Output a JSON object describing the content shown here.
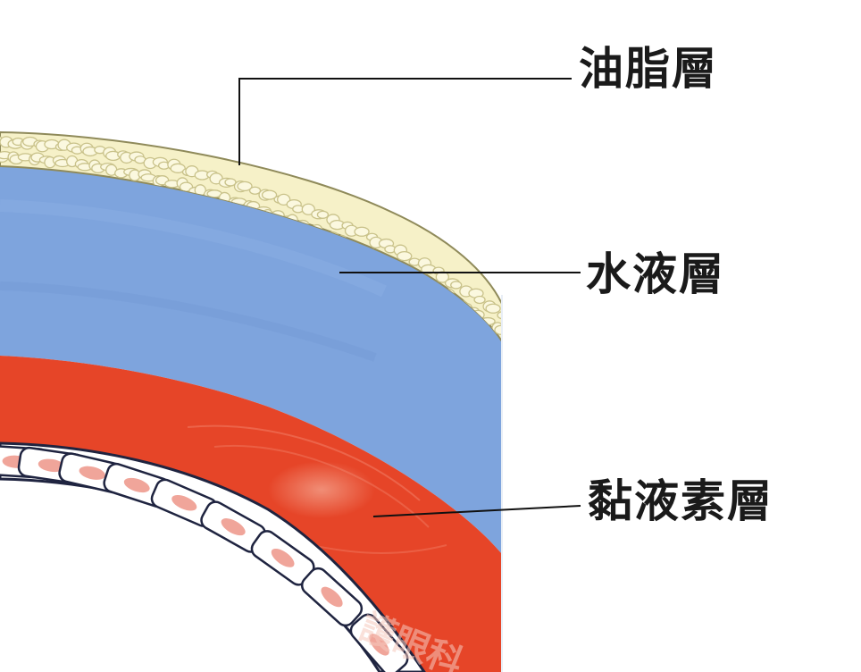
{
  "labels": {
    "lipid_layer": "油脂層",
    "aqueous_layer": "水液層",
    "mucin_layer": "黏液素層"
  },
  "watermark": "護眼科",
  "colors": {
    "lipid": "#f6f1c8",
    "lipid_cell_outline": "#c9c28a",
    "aqueous": "#7ea4dd",
    "mucin": "#e64528",
    "epithelium_cell": "#ffffff",
    "epithelium_nucleus": "#f0a59a",
    "leader_line": "#111111",
    "label_text": "#1a1a1a"
  }
}
